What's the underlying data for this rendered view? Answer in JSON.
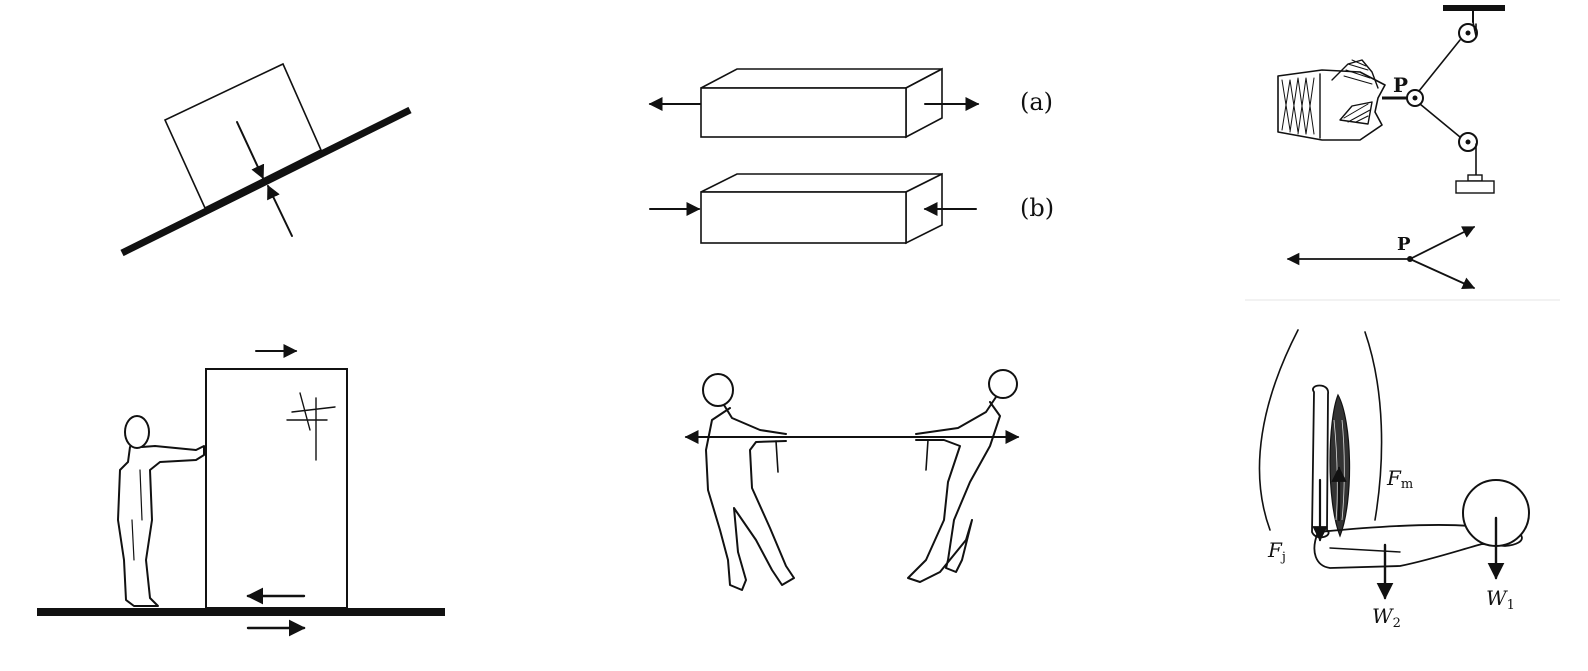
{
  "panels": {
    "block_on_incline": {},
    "blocks": {
      "label_a": "(a)",
      "label_b": "(b)"
    },
    "traction": {
      "point_label": "P",
      "vector_point_label": "P"
    },
    "person_pushing_box": {},
    "tug_of_war": {},
    "forearm": {
      "muscle_force": "F",
      "muscle_force_sub": "m",
      "joint_force": "F",
      "joint_force_sub": "j",
      "weight_forearm": "W",
      "weight_forearm_sub": "2",
      "weight_ball": "W",
      "weight_ball_sub": "1"
    }
  },
  "colors": {
    "ink": "#111111",
    "background": "#ffffff"
  }
}
